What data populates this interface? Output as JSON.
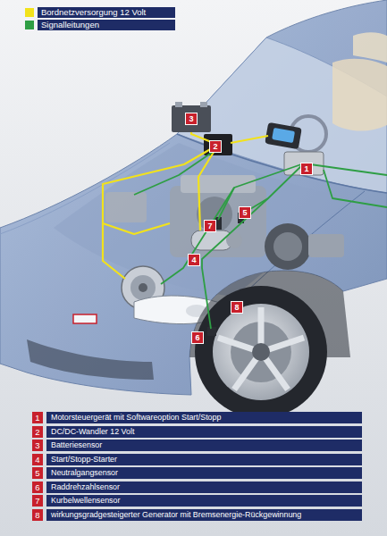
{
  "diagram": {
    "nodes": [
      {
        "text": [
          "1",
          "Motorsteuergerät mit Softwareoption Start/Stopp"
        ]
      },
      {
        "text": [
          "2",
          "DC/DC-Wandler 12 Volt"
        ]
      },
      {
        "text": [
          "3",
          "Batteriesensor"
        ]
      },
      {
        "text": [
          "4",
          "Start/Stopp-Starter"
        ]
      },
      {
        "text": [
          "5",
          "Neutralgangsensor"
        ]
      },
      {
        "text": [
          "6",
          "Raddrehzahlsensor"
        ]
      },
      {
        "text": [
          "7",
          "Kurbelwellensensor"
        ]
      },
      {
        "text": [
          "8",
          "wirkungsgradgesteigerter Generator mit Bremsenergie-Rückgewinnung"
        ]
      }
    ],
    "labels": [
      "3",
      "2",
      "1",
      "5",
      "7",
      "4",
      "8",
      "6"
    ],
    "legend": [
      {
        "text": "Bordnetzversorgung 12 Volt",
        "color": "#f2e21b"
      },
      {
        "text": "Signalleitungen",
        "color": "#2e9e44"
      }
    ]
  }
}
